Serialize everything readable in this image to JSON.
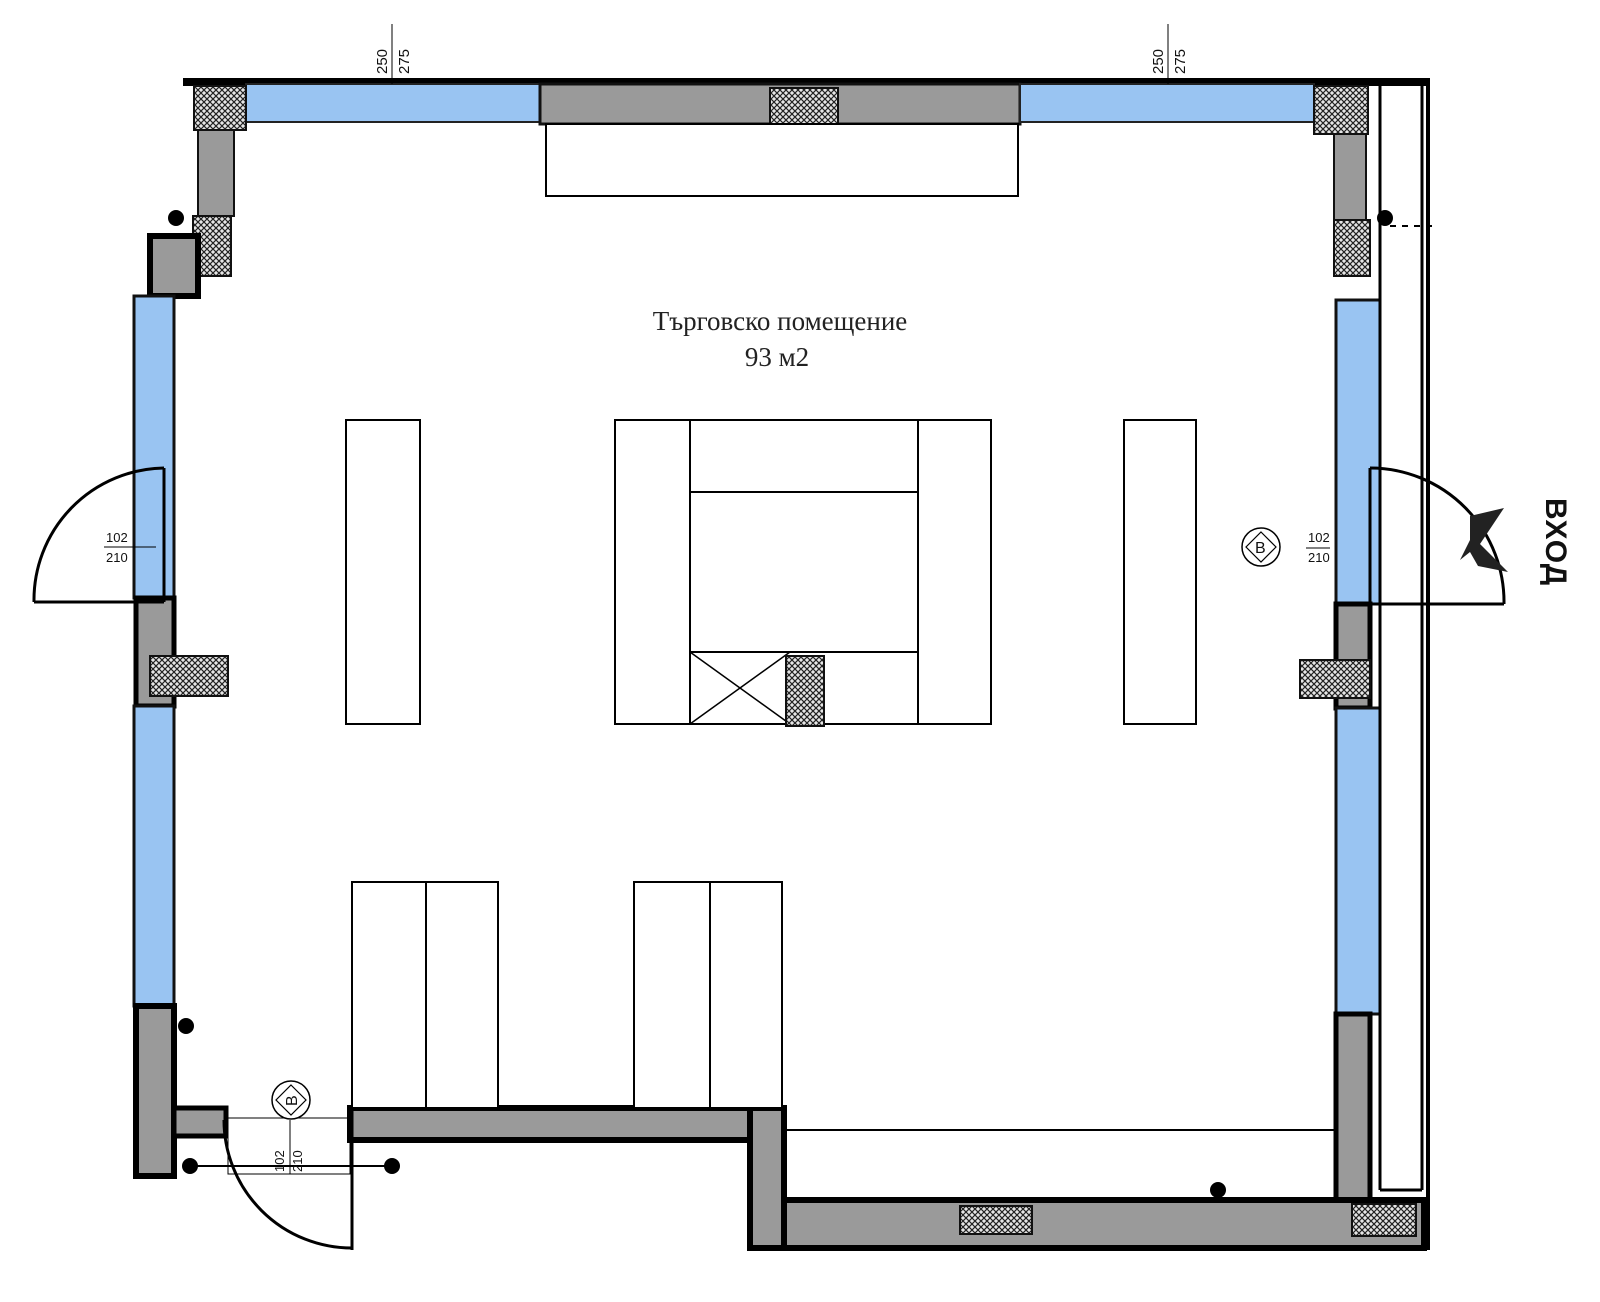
{
  "room": {
    "name": "Търговско помещение",
    "area": "93 м2"
  },
  "entrance_label": "ВХОД",
  "window_dims": {
    "top_left": {
      "width": "250",
      "height": "275"
    },
    "top_right": {
      "width": "250",
      "height": "275"
    }
  },
  "doors": {
    "left": {
      "width": "102",
      "height": "210"
    },
    "right": {
      "width": "102",
      "height": "210"
    },
    "bottom": {
      "width": "102",
      "height": "210"
    }
  },
  "door_marker": "В",
  "colors": {
    "glass": "#99c4f2",
    "wall": "#999999",
    "outline": "#000000"
  }
}
